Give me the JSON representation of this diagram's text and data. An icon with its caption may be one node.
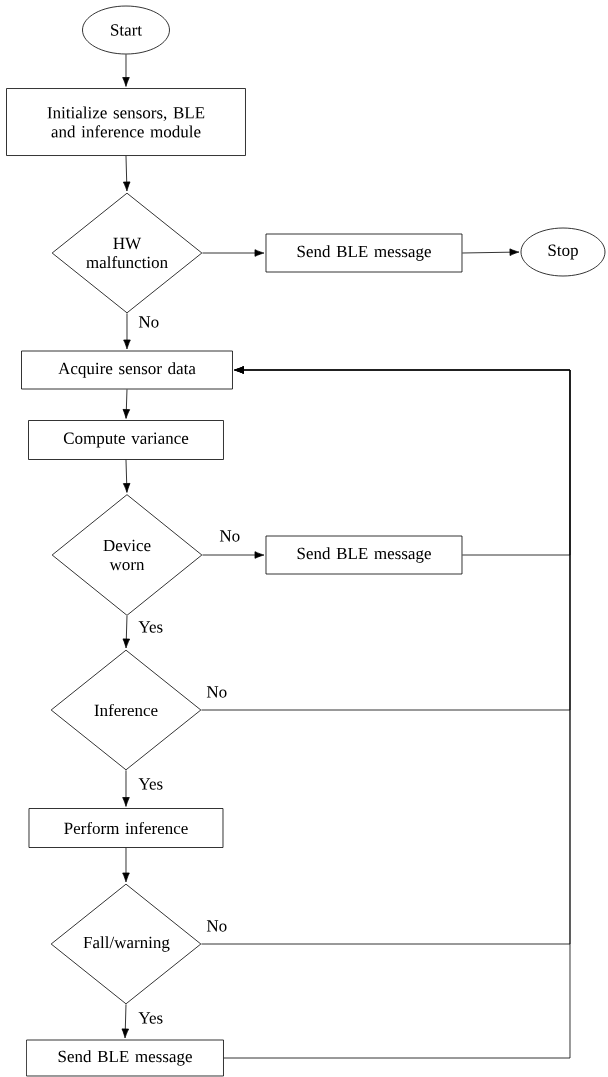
{
  "diagram": {
    "nodes": [
      {
        "text": [
          "Start"
        ]
      },
      {
        "text": [
          "Initialize sensors, BLE and inference module"
        ]
      },
      {
        "text": [
          "HW malfunction"
        ]
      },
      {
        "text": [
          "Send BLE message"
        ]
      },
      {
        "text": [
          "Stop"
        ]
      },
      {
        "text": [
          "Acquire sensor data"
        ]
      },
      {
        "text": [
          "Compute variance"
        ]
      },
      {
        "text": [
          "Device worn"
        ]
      },
      {
        "text": [
          "Send BLE message"
        ]
      },
      {
        "text": [
          "Inference"
        ]
      },
      {
        "text": [
          "Perform inference"
        ]
      },
      {
        "text": [
          "Fall/warning"
        ]
      },
      {
        "text": [
          "Send BLE message"
        ]
      }
    ],
    "edges": [
      {
        "from": 0,
        "to": 1,
        "arrow": "to"
      },
      {
        "from": 1,
        "to": 2,
        "arrow": "to"
      },
      {
        "from": 2,
        "to": 3,
        "arrow": "to"
      },
      {
        "from": 3,
        "to": 4,
        "arrow": "to"
      },
      {
        "from": 2,
        "to": 5,
        "arrow": "to",
        "label": "No"
      },
      {
        "from": 5,
        "to": 6,
        "arrow": "to"
      },
      {
        "from": 6,
        "to": 7,
        "arrow": "to"
      },
      {
        "from": 7,
        "to": 8,
        "arrow": "to",
        "label": "No"
      },
      {
        "from": 8,
        "to": 5,
        "arrow": "to"
      },
      {
        "from": 7,
        "to": 9,
        "arrow": "to",
        "label": "Yes"
      },
      {
        "from": 9,
        "to": 5,
        "arrow": "to",
        "label": "No"
      },
      {
        "from": 9,
        "to": 10,
        "arrow": "to",
        "label": "Yes"
      },
      {
        "from": 10,
        "to": 11,
        "arrow": "to"
      },
      {
        "from": 11,
        "to": 5,
        "arrow": "to",
        "label": "No"
      },
      {
        "from": 11,
        "to": 12,
        "arrow": "to",
        "label": "Yes"
      },
      {
        "from": 12,
        "to": 5,
        "arrow": "to"
      }
    ]
  }
}
